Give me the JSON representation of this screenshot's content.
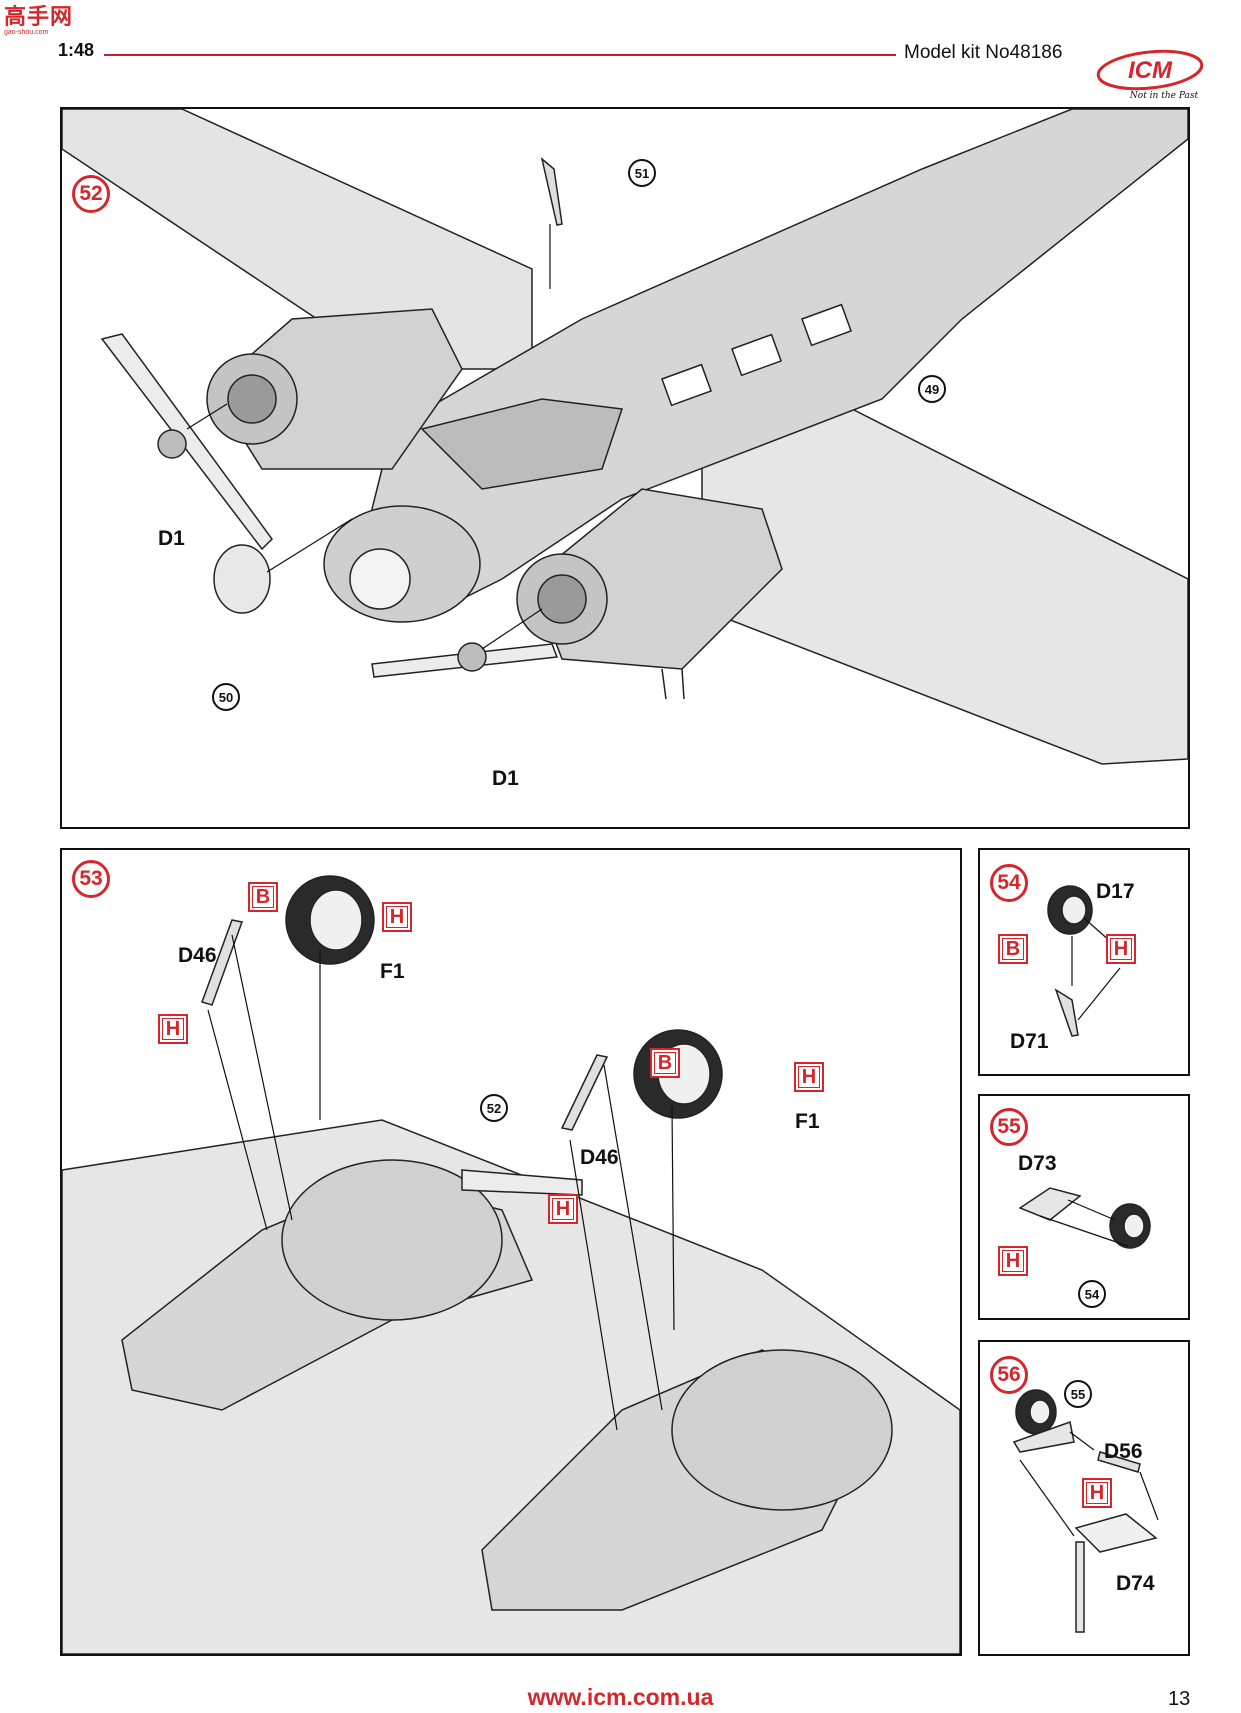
{
  "header": {
    "watermark": "高手网",
    "watermark_sub": "gao-shou.com",
    "scale": "1:48",
    "model_kit": "Model kit No48186",
    "logo_text": "ICM",
    "logo_tagline": "Not in the Past",
    "accent_color": "#d6262c"
  },
  "step52": {
    "number": "52",
    "refs": [
      "51",
      "49",
      "50"
    ],
    "labels": [
      "D1",
      "D1"
    ]
  },
  "step53": {
    "number": "53",
    "ref": "52",
    "labels": {
      "d46_left": "D46",
      "d46_right": "D46",
      "f1_left": "F1",
      "f1_right": "F1"
    },
    "codes": {
      "b_left": "B",
      "h_wheel_left": "H",
      "h_strut_left": "H",
      "b_right": "B",
      "h_wheel_right": "H",
      "h_strut_right": "H"
    }
  },
  "step54": {
    "number": "54",
    "labels": {
      "d17": "D17",
      "d71": "D71"
    },
    "codes": {
      "b": "B",
      "h": "H"
    }
  },
  "step55": {
    "number": "55",
    "ref": "54",
    "labels": {
      "d73": "D73"
    },
    "codes": {
      "h": "H"
    }
  },
  "step56": {
    "number": "56",
    "ref": "55",
    "labels": {
      "d56": "D56",
      "d74": "D74"
    },
    "codes": {
      "h": "H"
    }
  },
  "footer": {
    "url": "www.icm.com.ua",
    "page_number": "13"
  }
}
